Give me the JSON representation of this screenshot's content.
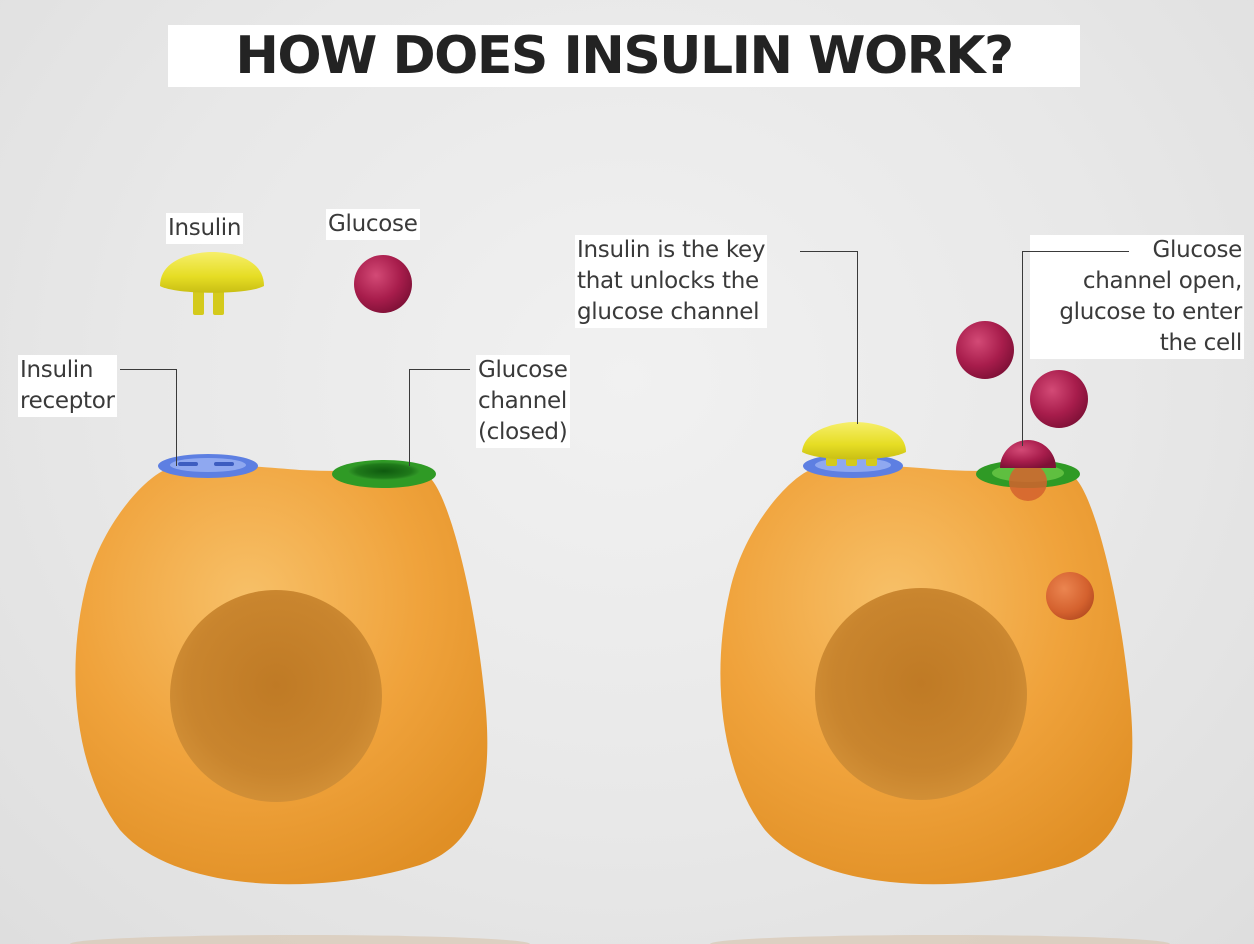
{
  "title": "HOW DOES INSULIN WORK?",
  "legend": {
    "insulin_label": "Insulin",
    "glucose_label": "Glucose"
  },
  "left_cell": {
    "receptor_label": [
      "Insulin",
      "receptor"
    ],
    "channel_label": [
      "Glucose",
      "channel",
      "(closed)"
    ]
  },
  "right_cell": {
    "key_label": [
      "Insulin is the key",
      "that unlocks the",
      "glucose channel"
    ],
    "open_label": [
      "Glucose",
      "channel open,",
      "glucose to enter",
      "the cell"
    ]
  },
  "colors": {
    "cell": "#f0a33c",
    "nucleus": "#c67f28",
    "insulin": "#ece32e",
    "glucose": "#a81d4c",
    "receptor": "#5d7fe2",
    "channel": "#2f9a25",
    "glucose_inside": "#d4612e",
    "background": "#e9e9e9"
  }
}
